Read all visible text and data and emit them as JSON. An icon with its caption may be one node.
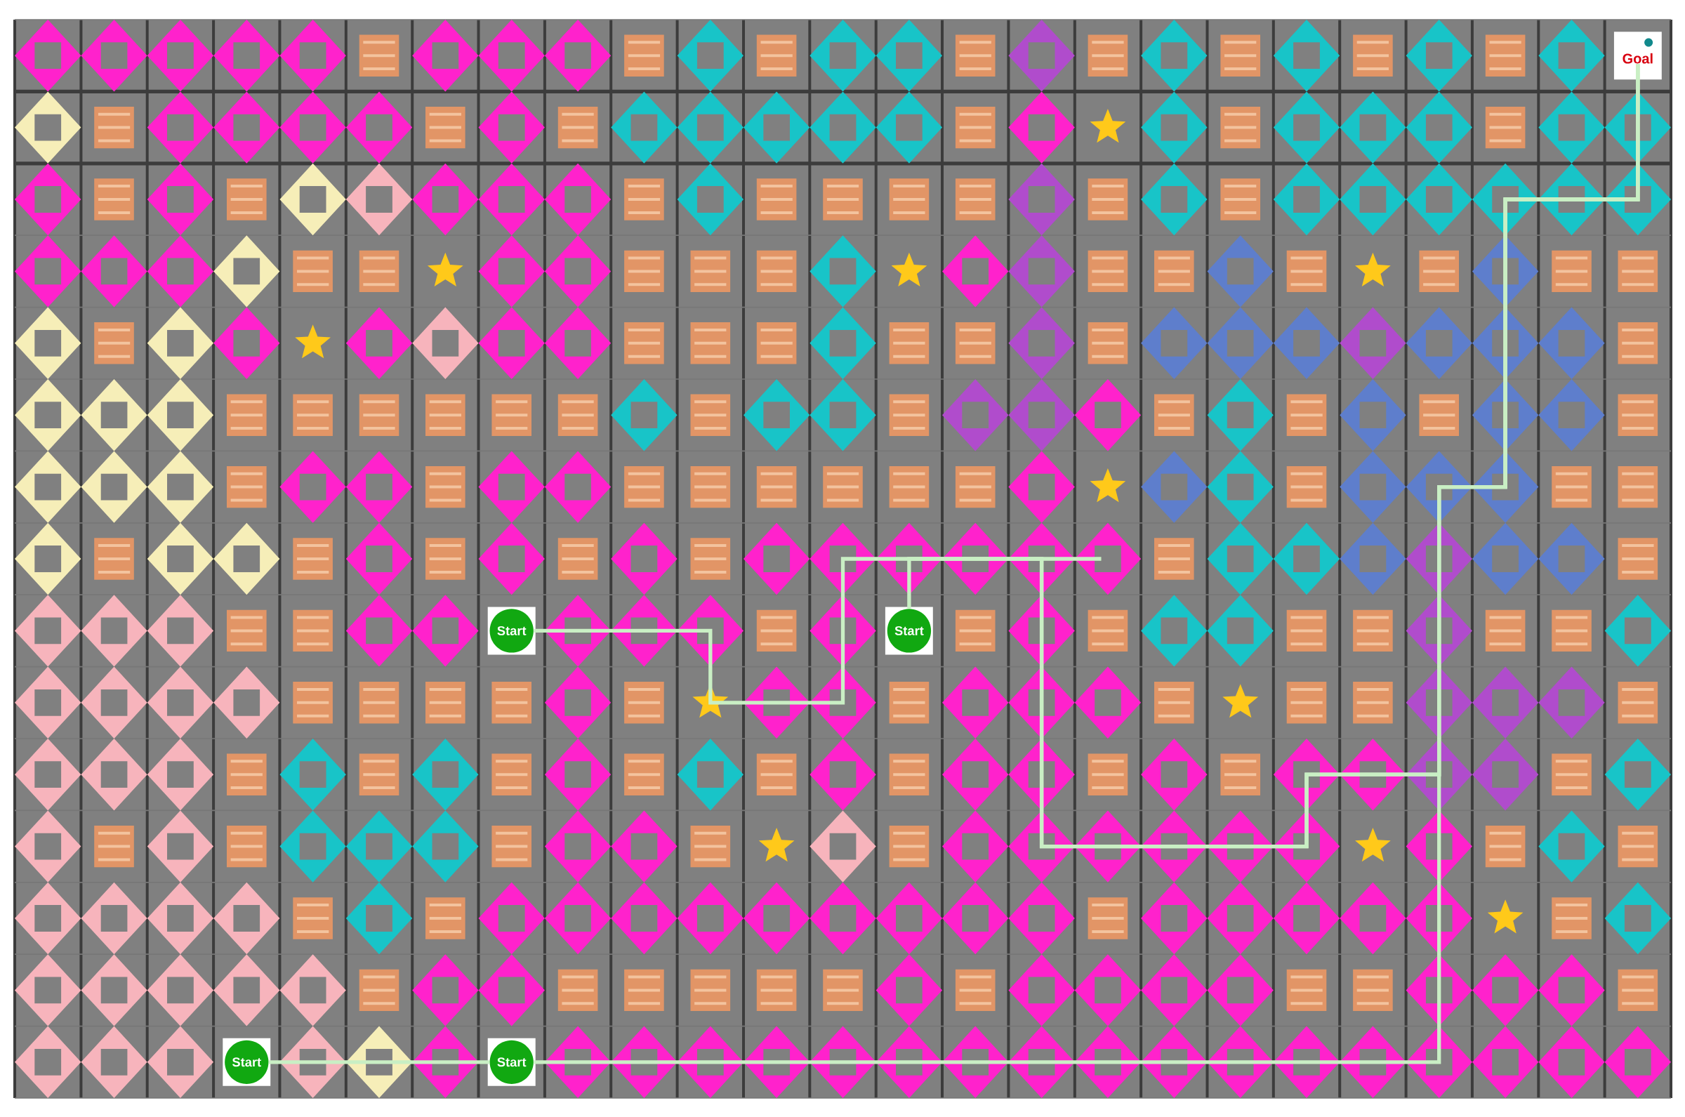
{
  "diagram": {
    "nodes": [
      {
        "text": [
          "Goal"
        ]
      },
      {
        "text": [
          "Start"
        ]
      },
      {
        "text": [
          "Start"
        ]
      },
      {
        "text": [
          "Start"
        ]
      },
      {
        "text": [
          "Start"
        ]
      }
    ],
    "edges": [
      {
        "from": 1,
        "to": 0,
        "arrow": "none"
      },
      {
        "from": 2,
        "to": 0,
        "arrow": "none"
      },
      {
        "from": 3,
        "to": 4,
        "arrow": "none"
      },
      {
        "from": 4,
        "to": 0,
        "arrow": "none"
      }
    ]
  }
}
